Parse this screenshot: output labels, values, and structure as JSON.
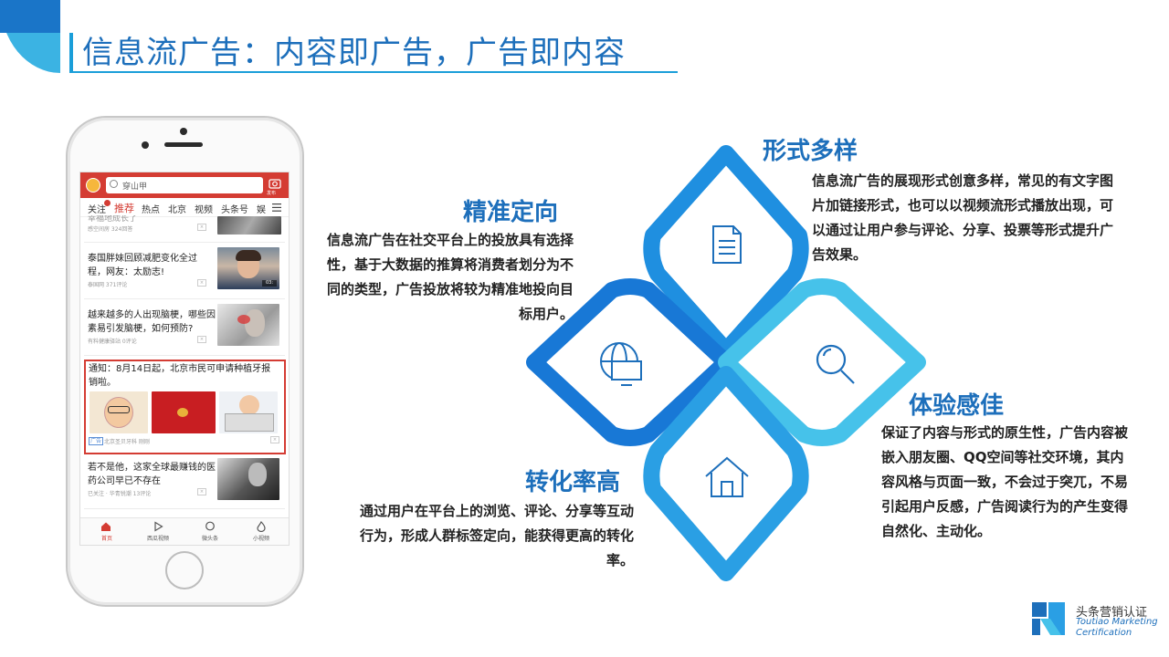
{
  "slide": {
    "title": "信息流广告：内容即广告，广告即内容",
    "accent_color": "#1a9ed9",
    "title_color": "#1d6fbb"
  },
  "phone_app": {
    "search_placeholder": "穿山甲",
    "camera_label": "发布",
    "tabs": [
      {
        "label": "关注",
        "active": false
      },
      {
        "label": "推荐",
        "active": true
      },
      {
        "label": "热点",
        "active": false
      },
      {
        "label": "北京",
        "active": false
      },
      {
        "label": "视频",
        "active": false
      },
      {
        "label": "头条号",
        "active": false
      },
      {
        "label": "娱",
        "active": false
      }
    ],
    "menu_icon": "menu-icon",
    "partial_item": {
      "title": "幸福地成长了",
      "meta": "感空间房  324回答"
    },
    "news": [
      {
        "title": "泰国胖妹回顾减肥变化全过程，网友：太励志!",
        "meta": "泰国网  371评论",
        "thumb_badge": "03:"
      },
      {
        "title": "越来越多的人出现脑梗，哪些因素易引发脑梗，如何预防?",
        "meta": "有料健康驿站  0评论"
      },
      {
        "title": "若不是他，这家全球最赚钱的医药公司早已不存在",
        "meta": "已关注 · 华青锐潮  13评论"
      }
    ],
    "ad": {
      "title": "通知：8月14日起，北京市民可申请种植牙报销啦。",
      "badge": "广告",
      "meta": "北京圣贝牙科  刚刚"
    },
    "bottom_nav": [
      {
        "label": "首页",
        "icon": "home-icon",
        "active": true
      },
      {
        "label": "西瓜视频",
        "icon": "play-icon",
        "active": false
      },
      {
        "label": "微头条",
        "icon": "chat-icon",
        "active": false
      },
      {
        "label": "小视频",
        "icon": "flame-icon",
        "active": false
      }
    ],
    "brand_red": "#d43c33"
  },
  "features": [
    {
      "heading": "形式多样",
      "icon": "document-icon",
      "text": "信息流广告的展现形式创意多样，常见的有文字图片加链接形式，也可以以视频流形式播放出现，可以通过让用户参与评论、分享、投票等形式提升广告效果。"
    },
    {
      "heading": "精准定向",
      "icon": "globe-monitor-icon",
      "text": "信息流广告在社交平台上的投放具有选择性，基于大数据的推算将消费者划分为不同的类型，广告投放将较为精准地投向目标用户。"
    },
    {
      "heading": "体验感佳",
      "icon": "magnifier-icon",
      "text": "保证了内容与形式的原生性，广告内容被嵌入朋友圈、QQ空间等社交环境，其内容风格与页面一致，不会过于突兀，不易引起用户反感，广告阅读行为的产生变得自然化、主动化。"
    },
    {
      "heading": "转化率高",
      "icon": "house-icon",
      "text": "通过用户在平台上的浏览、评论、分享等互动行为，形成人群标签定向，能获得更高的转化率。"
    }
  ],
  "diagram_colors": {
    "top": "#1f8fe0",
    "left": "#1878d6",
    "right": "#46c2ea",
    "bottom": "#2a9fe4"
  },
  "brand": {
    "name_cn": "头条营销认证",
    "name_en_1": "Toutiao Marketing",
    "name_en_2": "Certification"
  }
}
